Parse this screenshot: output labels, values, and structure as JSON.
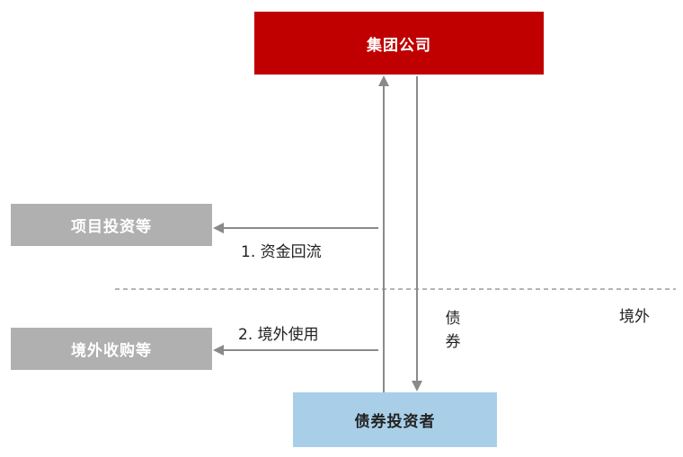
{
  "nodes": {
    "group_company": "集团公司",
    "project_investment": "项目投资等",
    "overseas_acquisition": "境外收购等",
    "bond_investor": "债券投资者"
  },
  "flows": {
    "capital_return": "1. 资金回流",
    "overseas_use": "2. 境外使用",
    "bond": "债券"
  },
  "region_label": "境外",
  "colors": {
    "group_box": "#c00000",
    "gray_box": "#b0b0b0",
    "investor_box": "#a9cfe8",
    "arrow": "#8a8a8a",
    "divider": "#888888"
  }
}
